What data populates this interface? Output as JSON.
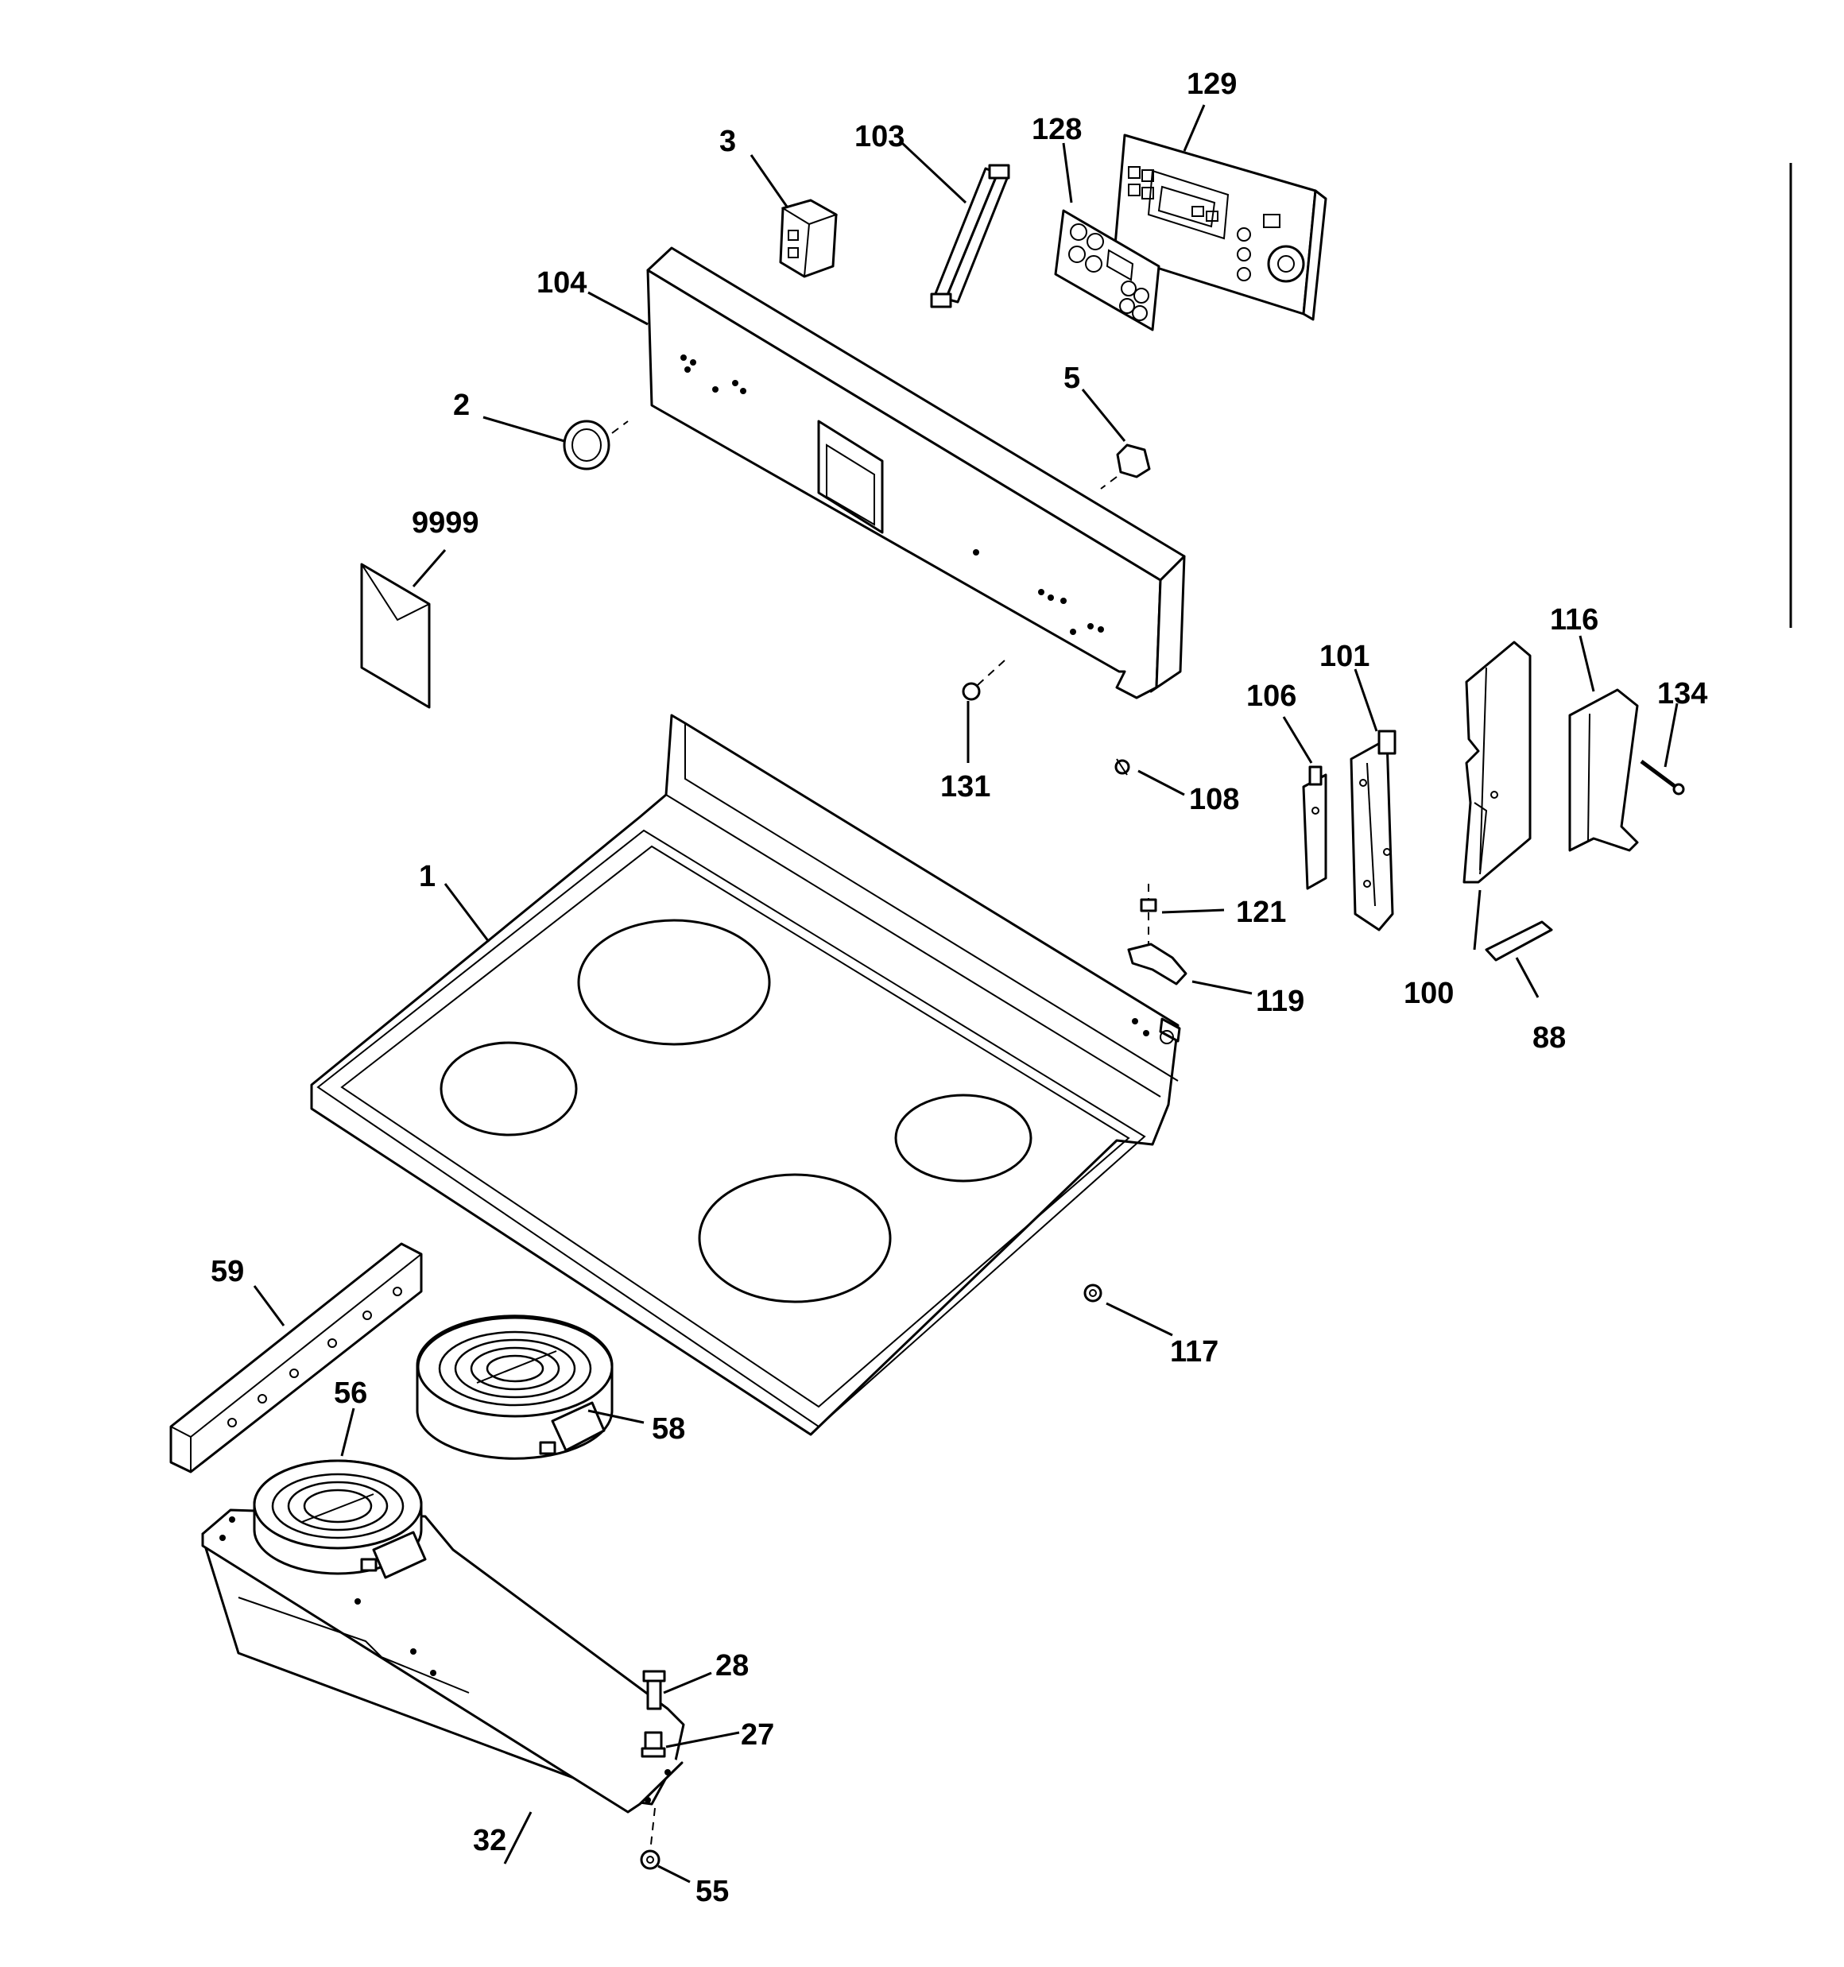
{
  "callouts": {
    "c1": "1",
    "c2": "2",
    "c3": "3",
    "c5": "5",
    "c27": "27",
    "c28": "28",
    "c32": "32",
    "c55": "55",
    "c56": "56",
    "c58": "58",
    "c59": "59",
    "c88": "88",
    "c100": "100",
    "c101": "101",
    "c103": "103",
    "c104": "104",
    "c106": "106",
    "c108": "108",
    "c116": "116",
    "c117": "117",
    "c119": "119",
    "c121": "121",
    "c128": "128",
    "c129": "129",
    "c131": "131",
    "c134": "134",
    "c9999": "9999"
  }
}
